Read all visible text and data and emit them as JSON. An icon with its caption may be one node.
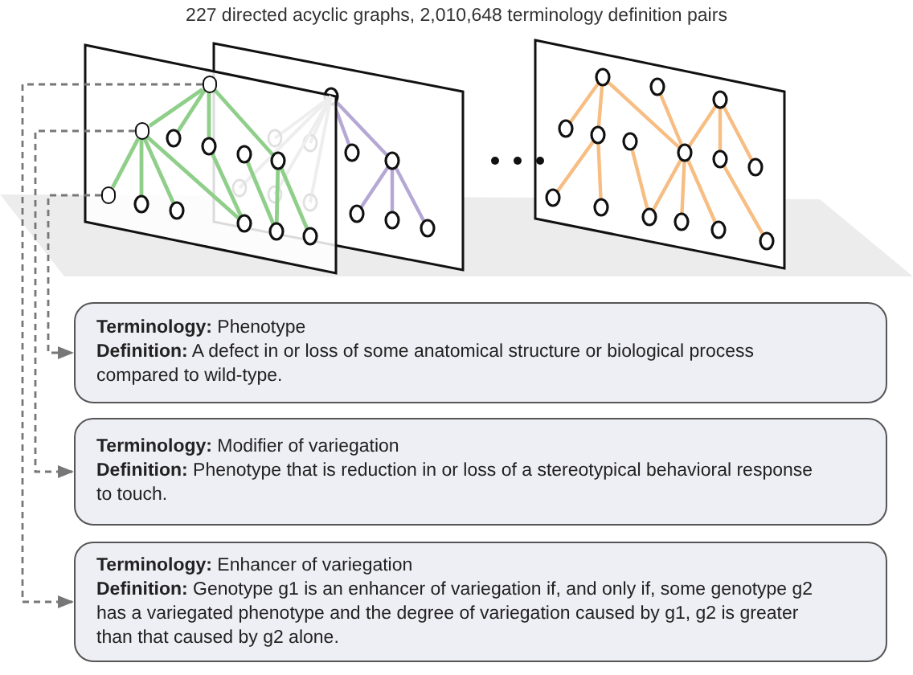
{
  "diagram": {
    "title": "227 directed acyclic graphs, 2,010,648 terminology definition pairs",
    "nodes": [
      {
        "text": [],
        "shape": "circle"
      },
      {
        "text": [],
        "shape": "circle"
      },
      {
        "text": [],
        "shape": "circle"
      },
      {
        "text": [
          "**Terminology:** Phenotype",
          "**Definition:** A defect in or loss of some anatomical structure or biological process compared to wild-type."
        ]
      },
      {
        "text": [
          "**Terminology:** Modifier of variegation",
          "**Definition:** Phenotype that is reduction in or loss of a stereotypical behavioral response to touch."
        ]
      },
      {
        "text": [
          "**Terminology:** Enhancer of variegation",
          "**Definition:** Genotype g1 is an enhancer of variegation if, and only if, some genotype g2 has a variegated phenotype and the degree of variegation caused by g1, g2 is greater than that caused by g2 alone."
        ]
      }
    ],
    "edges": [
      {
        "from": 0,
        "to": 1,
        "arrow": "none",
        "color": "#8fcf8a"
      },
      {
        "from": 1,
        "to": 2,
        "arrow": "none",
        "color": "#8fcf8a"
      },
      {
        "from": 2,
        "to": 3,
        "arrow": "to",
        "style": "dashed"
      },
      {
        "from": 1,
        "to": 4,
        "arrow": "to",
        "style": "dashed"
      },
      {
        "from": 0,
        "to": 5,
        "arrow": "to",
        "style": "dashed"
      }
    ]
  }
}
